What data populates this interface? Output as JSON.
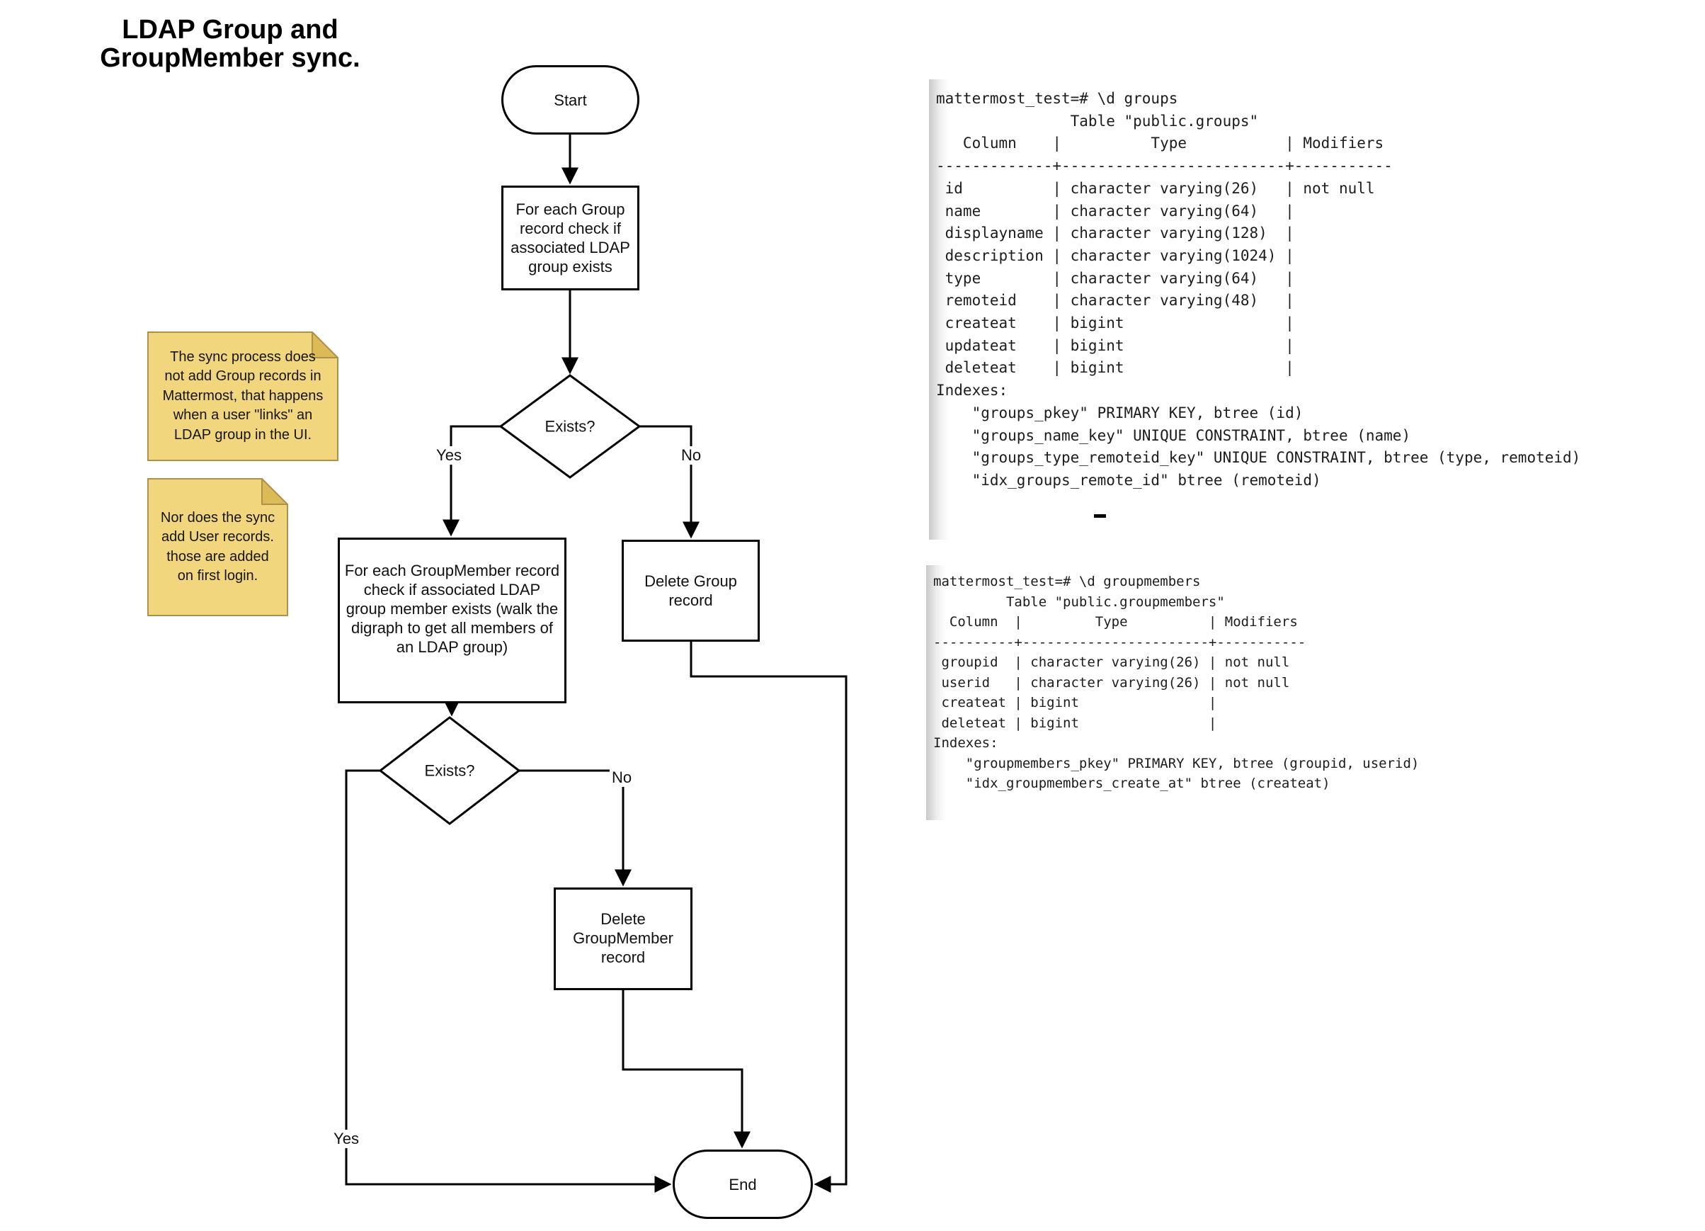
{
  "title": {
    "lines": "LDAP Group and\nGroupMember sync."
  },
  "flowchart": {
    "start_label": "Start",
    "check_group_lines": "For each Group\nrecord check if\nassociated LDAP\ngroup exists",
    "exists1_label": "Exists?",
    "check_groupmember_lines": "For each GroupMember record\ncheck if associated LDAP\ngroup member exists (walk the\ndigraph to get all members of\nan LDAP group)",
    "delete_group_lines": "Delete Group\nrecord",
    "exists2_label": "Exists?",
    "delete_groupmember_lines": "Delete\nGroupMember\nrecord",
    "end_label": "End",
    "edge_labels": {
      "yes1": "Yes",
      "no1": "No",
      "yes2": "Yes",
      "no2": "No"
    }
  },
  "notes": [
    {
      "text": "The sync process does\nnot add Group records in\nMattermost, that happens\nwhen a user \"links\" an\nLDAP group in the UI."
    },
    {
      "text": "Nor does the sync\nadd User records.\nthose are added\non first login."
    }
  ],
  "terminals": [
    {
      "lines": [
        "mattermost_test=# \\d groups",
        "               Table \"public.groups\"",
        "   Column    |          Type           | Modifiers",
        "-------------+-------------------------+-----------",
        " id          | character varying(26)   | not null",
        " name        | character varying(64)   |",
        " displayname | character varying(128)  |",
        " description | character varying(1024) |",
        " type        | character varying(64)   |",
        " remoteid    | character varying(48)   |",
        " createat    | bigint                  |",
        " updateat    | bigint                  |",
        " deleteat    | bigint                  |",
        "Indexes:",
        "    \"groups_pkey\" PRIMARY KEY, btree (id)",
        "    \"groups_name_key\" UNIQUE CONSTRAINT, btree (name)",
        "    \"groups_type_remoteid_key\" UNIQUE CONSTRAINT, btree (type, remoteid)",
        "    \"idx_groups_remote_id\" btree (remoteid)"
      ]
    },
    {
      "lines": [
        "mattermost_test=# \\d groupmembers",
        "         Table \"public.groupmembers\"",
        "  Column  |         Type          | Modifiers",
        "----------+-----------------------+-----------",
        " groupid  | character varying(26) | not null",
        " userid   | character varying(26) | not null",
        " createat | bigint                |",
        " deleteat | bigint                |",
        "Indexes:",
        "    \"groupmembers_pkey\" PRIMARY KEY, btree (groupid, userid)",
        "    \"idx_groupmembers_create_at\" btree (createat)"
      ]
    }
  ],
  "colors": {
    "note_fill": "#f2d67e",
    "note_fold": "#dcba55",
    "note_border": "#ae914a",
    "line": "#000000",
    "term_edge": "#c9c9c9"
  }
}
